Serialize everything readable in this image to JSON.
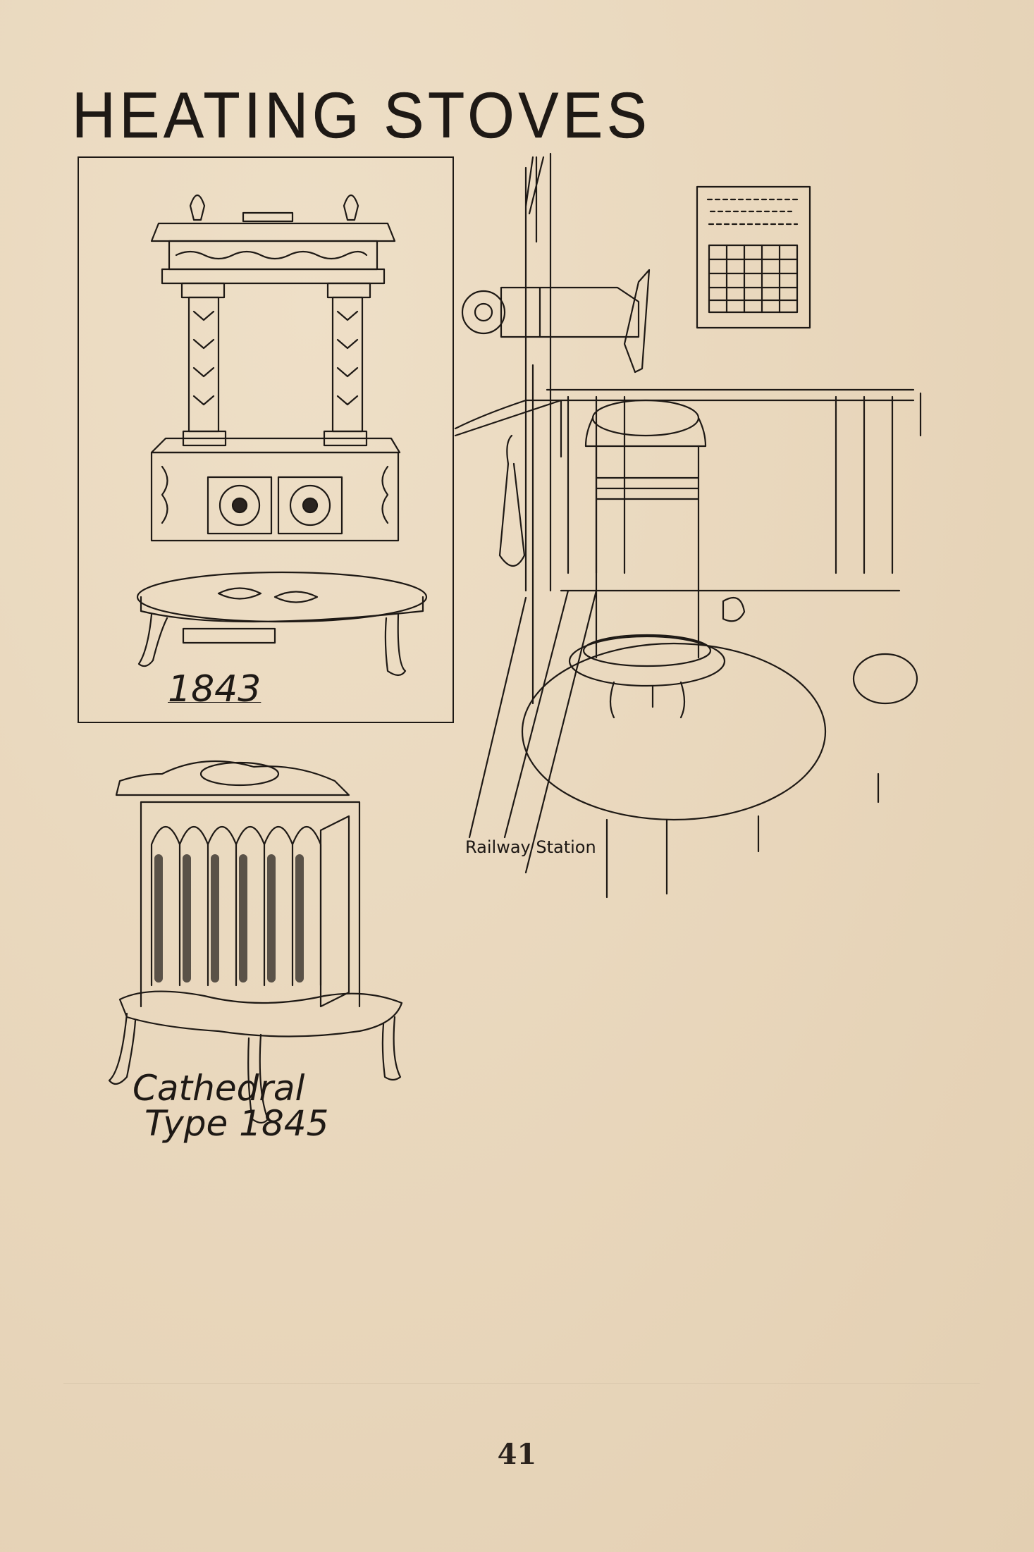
{
  "page": {
    "title": "HEATING STOVES",
    "page_number": "41"
  },
  "illustrations": [
    {
      "caption": "1843"
    },
    {
      "caption_line1": "Cathedral",
      "caption_line2": "Type 1845"
    },
    {
      "caption": "Railway Station"
    }
  ]
}
